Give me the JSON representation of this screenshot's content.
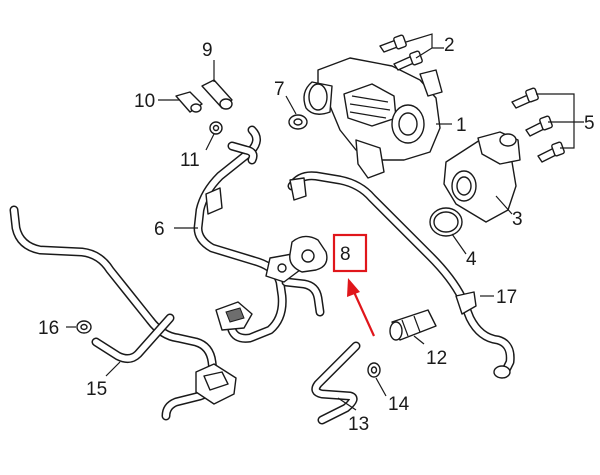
{
  "diagram": {
    "callouts": [
      {
        "id": "c1",
        "text": "1"
      },
      {
        "id": "c2",
        "text": "2"
      },
      {
        "id": "c3",
        "text": "3"
      },
      {
        "id": "c4",
        "text": "4"
      },
      {
        "id": "c5",
        "text": "5"
      },
      {
        "id": "c6",
        "text": "6"
      },
      {
        "id": "c7",
        "text": "7"
      },
      {
        "id": "c8",
        "text": "8"
      },
      {
        "id": "c9",
        "text": "9"
      },
      {
        "id": "c10",
        "text": "10"
      },
      {
        "id": "c11",
        "text": "11"
      },
      {
        "id": "c12",
        "text": "12"
      },
      {
        "id": "c13",
        "text": "13"
      },
      {
        "id": "c14",
        "text": "14"
      },
      {
        "id": "c15",
        "text": "15"
      },
      {
        "id": "c16",
        "text": "16"
      },
      {
        "id": "c17",
        "text": "17"
      }
    ],
    "highlight": {
      "callout": "8",
      "box_color": "#e0161b",
      "arrow_color": "#e0161b"
    },
    "line_color": "#1a1a1a"
  }
}
